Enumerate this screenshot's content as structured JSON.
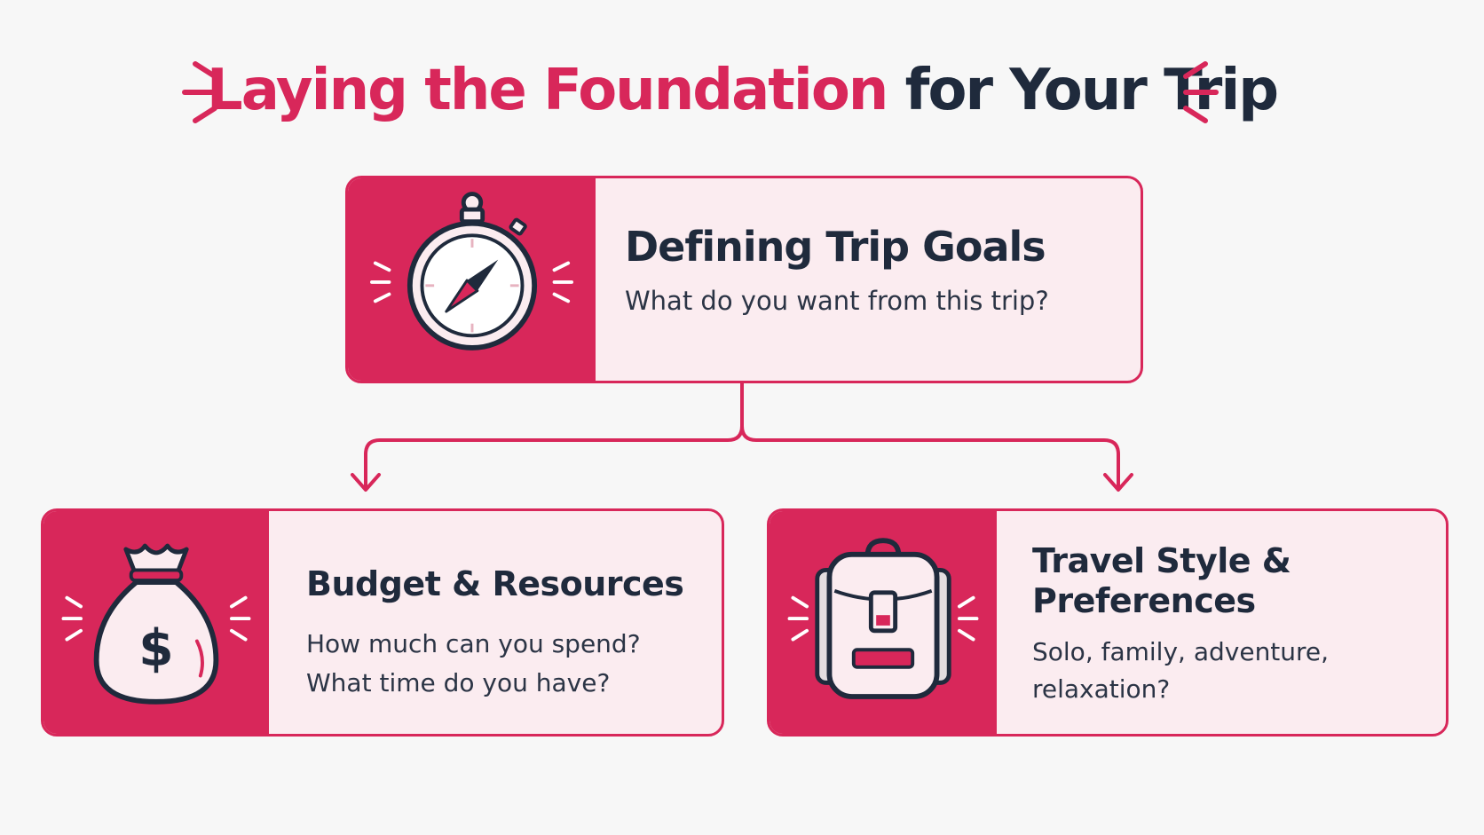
{
  "title": {
    "part1": "Laying the Foundation",
    "part2": "for Your Trip"
  },
  "cards": {
    "goals": {
      "heading": "Defining Trip Goals",
      "line1": "What do you want from this trip?",
      "icon": "compass-stopwatch-icon"
    },
    "budget": {
      "heading": "Budget & Resources",
      "line1": "How much can you spend?",
      "line2": "What time do you have?",
      "icon": "money-bag-icon"
    },
    "style": {
      "heading1": "Travel Style &",
      "heading2": "Preferences",
      "line1": "Solo, family, adventure,",
      "line2": "relaxation?",
      "icon": "backpack-icon"
    }
  },
  "colors": {
    "accent": "#d8275a",
    "dark": "#1f2a3c",
    "card_bg": "#fbecf0",
    "page_bg": "#f7f7f7"
  }
}
